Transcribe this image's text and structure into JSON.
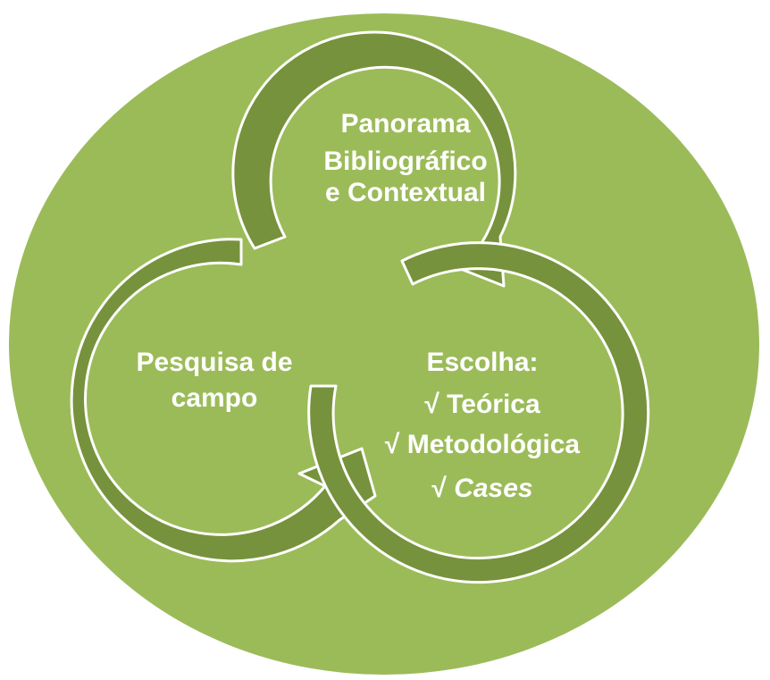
{
  "colors": {
    "background_circle": "#9bbb59",
    "arrow_fill": "#76923c",
    "arrow_stroke": "#ffffff",
    "text": "#ffffff"
  },
  "nodes": {
    "top": {
      "lines": [
        "Panorama",
        "Bibliográfico",
        "e Contextual"
      ]
    },
    "left": {
      "lines": [
        "Pesquisa de",
        "campo"
      ]
    },
    "right": {
      "title": "Escolha:",
      "items": [
        {
          "prefix": "√ ",
          "text": "Teórica"
        },
        {
          "prefix": "√ ",
          "text": "Metodológica"
        },
        {
          "prefix": "√ ",
          "text": "Cases"
        }
      ]
    }
  }
}
